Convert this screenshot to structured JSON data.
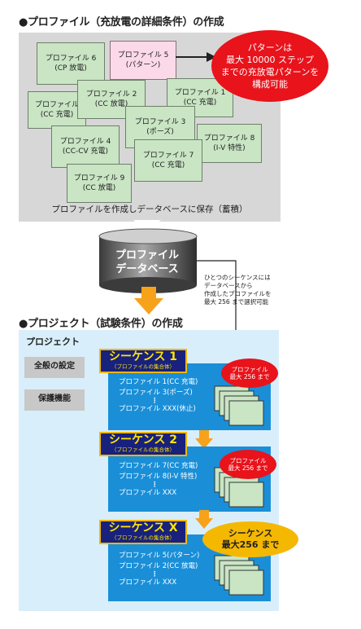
{
  "top_section": {
    "title": "●プロファイル（充放電の詳細条件）の作成",
    "profiles": [
      {
        "name": "プロファイル 6",
        "cond": "(CP 放電)"
      },
      {
        "name": "プロファイル 5",
        "cond": "(パターン)"
      },
      {
        "name": "プロファイル 2",
        "cond": "(CC 放電)"
      },
      {
        "name": "プロファイル 1",
        "cond": "(CC 充電)"
      },
      {
        "name": "プロファイル",
        "cond": "(CC 充電)"
      },
      {
        "name": "プロファイル 3",
        "cond": "(ポーズ)"
      },
      {
        "name": "プロファイル 8",
        "cond": "(I-V 特性)"
      },
      {
        "name": "プロファイル 4",
        "cond": "(CC-CV 充電)"
      },
      {
        "name": "プロファイル 7",
        "cond": "(CC 充電)"
      },
      {
        "name": "プロファイル 9",
        "cond": "(CC 放電)"
      }
    ],
    "pattern_callout": [
      "パターンは",
      "最大 10000 ステップ",
      "までの充放電パターンを",
      "構成可能"
    ],
    "caption": "プロファイルを作成しデータベースに保存（蓄積）"
  },
  "database": {
    "label_lines": [
      "プロファイル",
      "データベース"
    ],
    "note_lines": [
      "ひとつのシーケンスには",
      "データベースから",
      "作成したプロファイルを",
      "最大 256 まで選択可能"
    ]
  },
  "bottom_section": {
    "title": "●プロジェクト（試験条件）の作成",
    "project_label": "プロジェクト",
    "general_settings": "全般の設定",
    "protection": "保護機能",
    "sequences": [
      {
        "title": "シーケンス 1",
        "subtitle": "（プロファイルの集合体）",
        "lines": [
          "プロファイル 1(CC 充電)",
          "プロファイル 3(ポーズ)",
          "⋮",
          "プロファイル XXX(休止)"
        ]
      },
      {
        "title": "シーケンス 2",
        "subtitle": "（プロファイルの集合体）",
        "lines": [
          "プロファイル 7(CC 充電)",
          "プロファイル 8(I-V 特性)",
          "⋮",
          "プロファイル XXX"
        ]
      },
      {
        "title": "シーケンス X",
        "subtitle": "（プロファイルの集合体）",
        "lines": [
          "プロファイル 5(パターン)",
          "プロファイル 2(CC 放電)",
          "⋮",
          "プロファイル XXX"
        ]
      }
    ],
    "profile_badge": [
      "プロファイル",
      "最大 256 まで"
    ],
    "sequence_badge": [
      "シーケンス",
      "最大256 まで"
    ]
  },
  "colors": {
    "profile_green": "#c9e5c4",
    "profile_pink": "#fbd9e9",
    "callout_red": "#e8131b",
    "arrow_orange": "#f7a21b",
    "sequence_navy": "#18217c",
    "sequence_blue": "#1a8fd8",
    "badge_yellow": "#f5b800"
  }
}
